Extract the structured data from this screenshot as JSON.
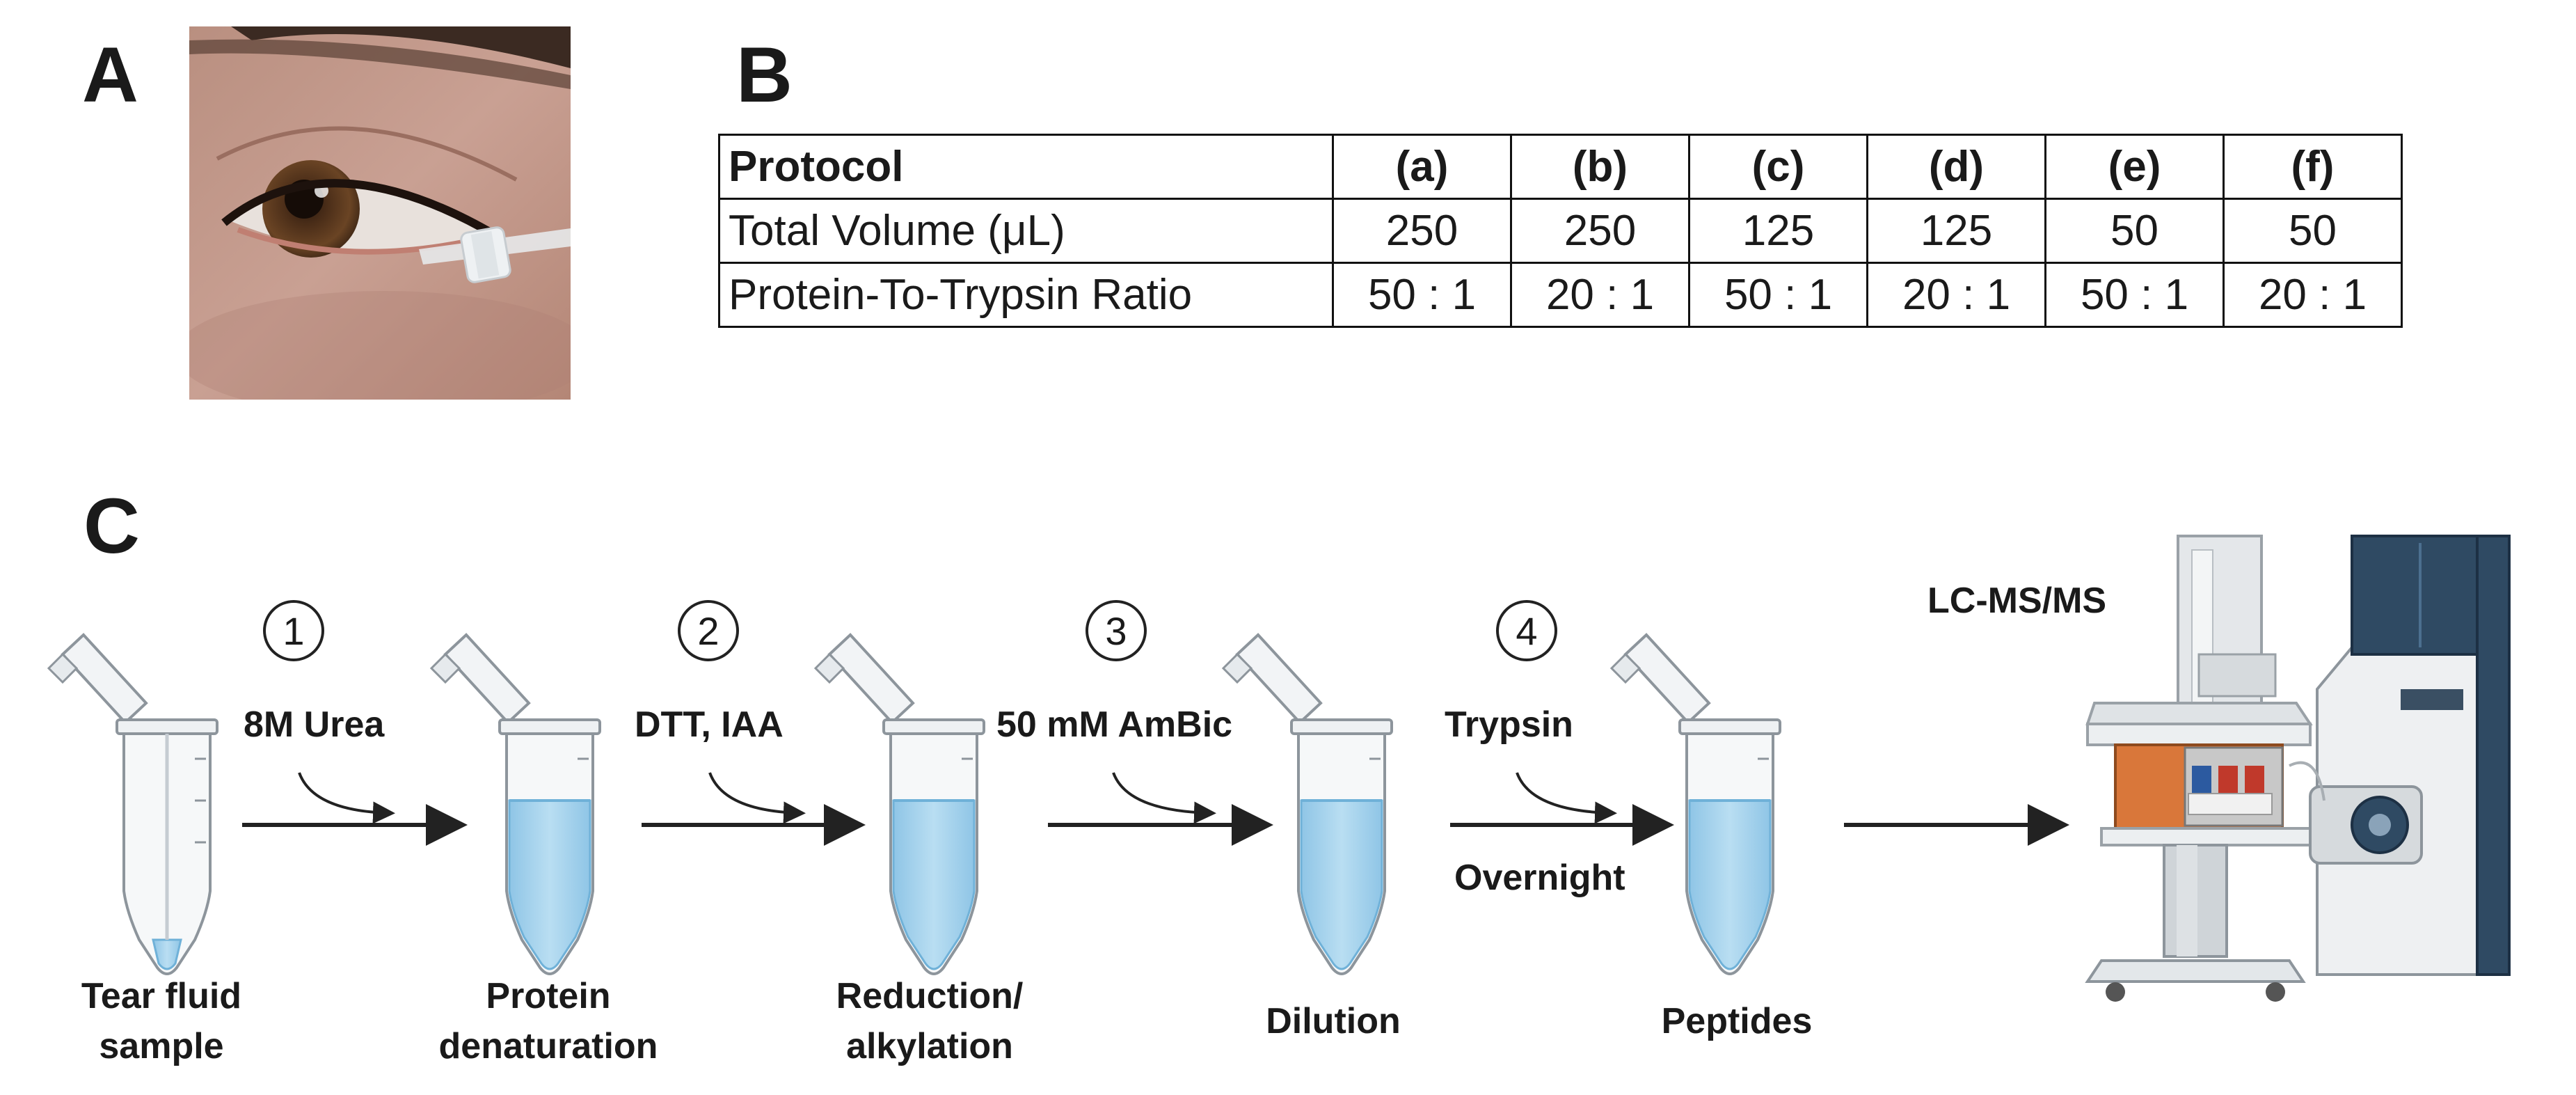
{
  "panels": {
    "a": "A",
    "b": "B",
    "c": "C"
  },
  "table": {
    "header": [
      "Protocol",
      "(a)",
      "(b)",
      "(c)",
      "(d)",
      "(e)",
      "(f)"
    ],
    "rows": [
      {
        "label": "Total Volume (μL)",
        "values": [
          "250",
          "250",
          "125",
          "125",
          "50",
          "50"
        ]
      },
      {
        "label": "Protein-To-Trypsin Ratio",
        "values": [
          "50 : 1",
          "20 : 1",
          "50 : 1",
          "20 : 1",
          "50 : 1",
          "20 : 1"
        ]
      }
    ]
  },
  "workflow": {
    "steps": [
      {
        "number": "1",
        "reagent": "8M Urea"
      },
      {
        "number": "2",
        "reagent": "DTT, IAA"
      },
      {
        "number": "3",
        "reagent": "50 mM AmBic"
      },
      {
        "number": "4",
        "reagent": "Trypsin",
        "note": "Overnight"
      }
    ],
    "tubes": [
      {
        "line1": "Tear fluid",
        "line2": "sample"
      },
      {
        "line1": "Protein",
        "line2": "denaturation"
      },
      {
        "line1": "Reduction/",
        "line2": "alkylation"
      },
      {
        "line1": "Dilution"
      },
      {
        "line1": "Peptides"
      }
    ],
    "instrument_label": "LC-MS/MS"
  },
  "colors": {
    "liquid": "#a9d4ec",
    "liquid_edge": "#6fb1d8",
    "tube_outline": "#8d959c",
    "arrow": "#222222",
    "instrument_blue": "#2f4a63",
    "instrument_orange": "#d9773a"
  }
}
